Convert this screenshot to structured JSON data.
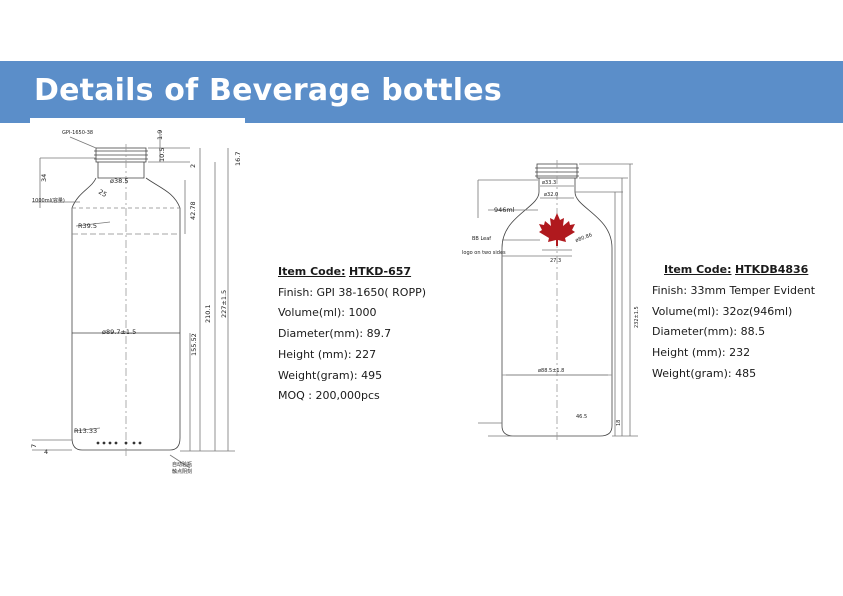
{
  "header": {
    "title": "Details of Beverage bottles"
  },
  "products": [
    {
      "item_code_label": "Item Code:",
      "item_code": "HTKD-657",
      "specs": [
        "Finish: GPI 38-1650( ROPP)",
        "Volume(ml): 1000",
        "Diameter(mm):  89.7",
        "Height (mm):  227",
        "Weight(gram): 495",
        "MOQ : 200,000pcs"
      ],
      "drawing_labels": {
        "finish": "GPI-1650-38",
        "volume": "1000ml(容量)",
        "dim_1_9": "1.9",
        "dim_16_7": "16.7",
        "dim_10_5": "10.5",
        "dim_2": "2",
        "dim_34": "34",
        "dim_38_5": "ø38.5",
        "dim_25": "25",
        "dim_42_78": "42.78",
        "dim_r39_5": "R39.5",
        "dim_210_1": "210.1",
        "dim_227": "227±1.5",
        "dim_89_7": "ø89.7±1.5",
        "dim_155_52": "155.52",
        "dim_r13_33": "R13.33",
        "dim_7": "7",
        "dim_4": "4",
        "note_1": "自动验瓶",
        "note_2": "触点阴刻"
      }
    },
    {
      "item_code_label": "Item Code:",
      "item_code": "HTKDB4836",
      "specs": [
        "Finish: 33mm Temper Evident",
        "Volume(ml): 32oz(946ml)",
        "Diameter(mm):  88.5",
        "Height (mm):  232",
        "Weight(gram):  485"
      ],
      "drawing_labels": {
        "volume": "946ml",
        "logo_note": "logo on two sides",
        "logo_small": "BB Leaf",
        "dim_33": "ø33.3",
        "dim_32": "ø32.0",
        "dim_27": "27.3",
        "dim_88": "ø88.5±1.8",
        "dim_232": "232±1.5",
        "dim_18": "18",
        "dim_465": "46.5",
        "dim_80": "ø80.86"
      }
    }
  ],
  "colors": {
    "banner": "#5b8ec9",
    "banner_text": "#ffffff",
    "line": "#555555",
    "leaf": "#b0191e"
  }
}
